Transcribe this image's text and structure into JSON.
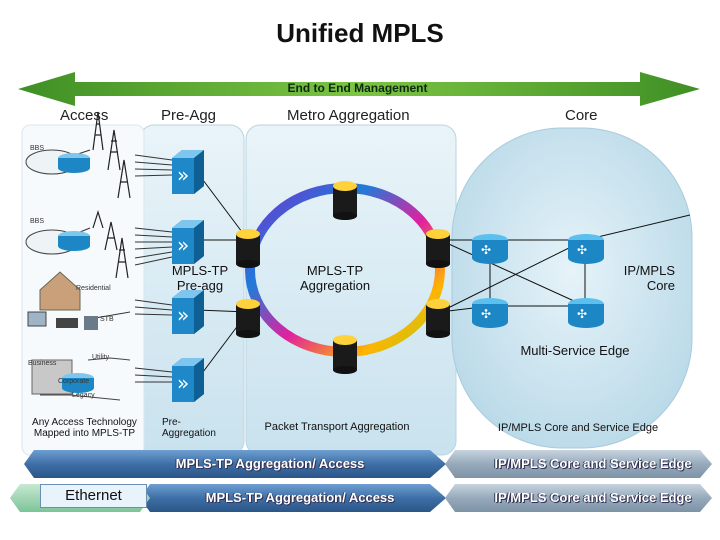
{
  "title": "Unified MPLS",
  "management_label": "End to End Management",
  "segments": {
    "access": "Access",
    "pre_agg": "Pre-Agg",
    "metro": "Metro Aggregation",
    "core": "Core"
  },
  "zone_labels": {
    "mpls_tp_preagg": [
      "MPLS-TP",
      "Pre-agg"
    ],
    "mpls_tp_aggregation": [
      "MPLS-TP",
      "Aggregation"
    ],
    "ip_mpls_core": [
      "IP/MPLS",
      "Core"
    ],
    "multi_service_edge": "Multi-Service Edge"
  },
  "access_labels": {
    "bbs1": "BBS",
    "bbs2": "BBS",
    "residential": "Residential",
    "stb": "STB",
    "business": "Business",
    "utility": "Utility",
    "corporate": "Corporate",
    "legacy": "Legacy"
  },
  "captions": {
    "access": [
      "Any Access Technology",
      "Mapped into MPLS-TP"
    ],
    "preagg": [
      "Pre-",
      "Aggregation"
    ],
    "metro": "Packet Transport Aggregation",
    "core": "IP/MPLS Core and Service Edge"
  },
  "bottom_bars": {
    "row1_left": "MPLS-TP  Aggregation/ Access",
    "row1_right": "IP/MPLS Core and Service Edge",
    "row2_left": "Ethernet",
    "row2_mid": "MPLS-TP  Aggregation/ Access",
    "row2_right": "IP/MPLS Core and Service Edge"
  },
  "colors": {
    "management_arrow": "#5aa830",
    "zone_fill": "#d8ecf4",
    "core_fill": "#cfe6f0",
    "bar_blue": "#3e6fa6",
    "bar_gray": "#8fa5b8",
    "ring": [
      "#7a2fd0",
      "#1f7bd8",
      "#e020a0",
      "#ffb400",
      "#9ad020"
    ]
  }
}
